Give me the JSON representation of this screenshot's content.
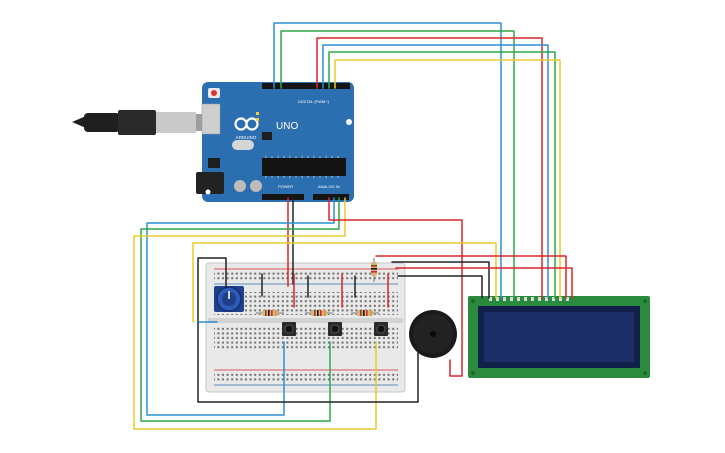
{
  "canvas": {
    "background": "#ffffff"
  },
  "arduino": {
    "logo_text": "ARDUINO",
    "model_text": "UNO",
    "digital_label": "DIGITAL (PWM~)",
    "power_label": "POWER",
    "analog_label": "ANALOG IN",
    "board_color": "#2b6fb0"
  },
  "lcd": {
    "bezel_color": "#2a8a3e",
    "screen_color": "#1c2f66"
  },
  "wire_colors": {
    "blue": "#2b8fd6",
    "green": "#2ea84a",
    "red": "#d8262c",
    "yellow": "#e8cc2a",
    "black": "#222222"
  },
  "icons": {
    "usb": "usb-cable-icon",
    "pot": "potentiometer-icon",
    "buzzer": "piezo-buzzer-icon",
    "button": "pushbutton-icon",
    "resistor": "resistor-icon"
  }
}
